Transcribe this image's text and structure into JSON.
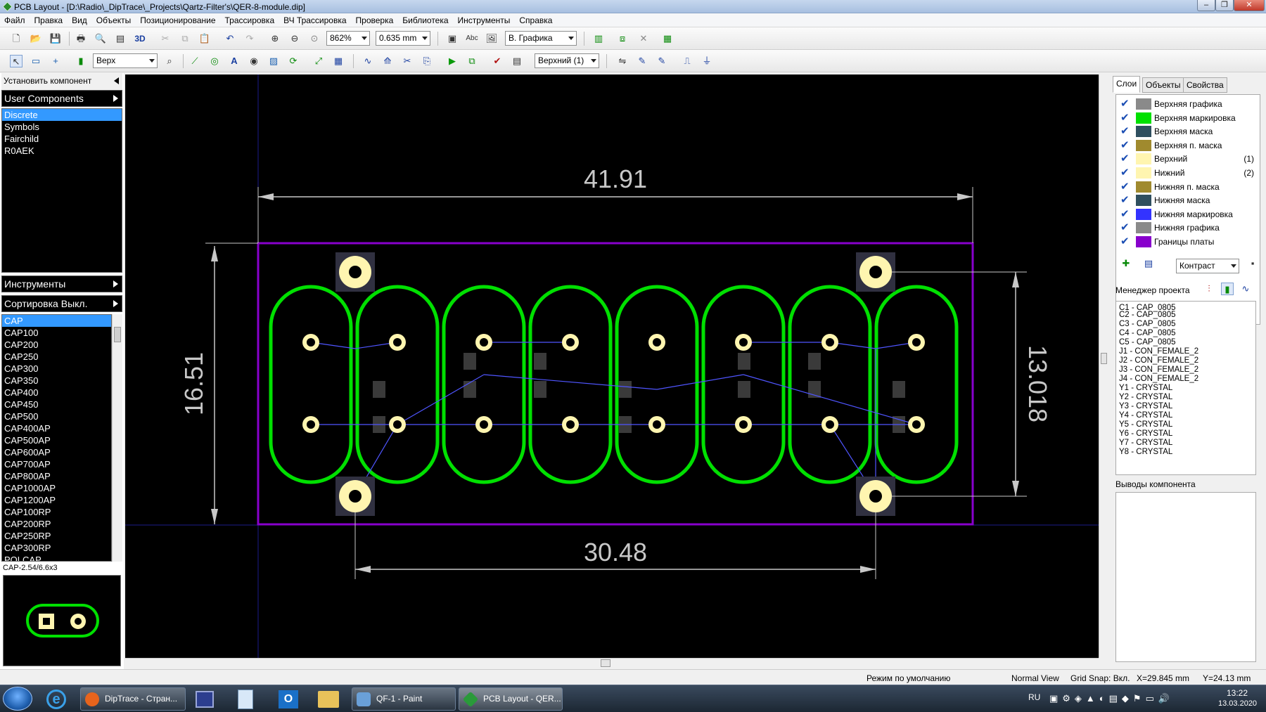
{
  "window": {
    "title": "PCB Layout - [D:\\Radio\\_DipTrace\\_Projects\\Qartz-Filter's\\QER-8-module.dip]"
  },
  "menu": [
    "Файл",
    "Правка",
    "Вид",
    "Объекты",
    "Позиционирование",
    "Трассировка",
    "ВЧ Трассировка",
    "Проверка",
    "Библиотека",
    "Инструменты",
    "Справка"
  ],
  "toolbar1": {
    "zoom": "862%",
    "grid": "0.635 mm",
    "graphics_mode": "В. Графика"
  },
  "toolbar2": {
    "layer_select": "Верх",
    "active_layer": "Верхний (1)"
  },
  "left_panel": {
    "install_component": "Установить компонент",
    "user_components": "User Components",
    "libraries": [
      "Discrete",
      "Symbols",
      "Fairchild",
      "R0AEK"
    ],
    "selected_library": "Discrete",
    "tools": "Инструменты",
    "sorting": "Сортировка Выкл.",
    "components": [
      "CAP",
      "CAP100",
      "CAP200",
      "CAP250",
      "CAP300",
      "CAP350",
      "CAP400",
      "CAP450",
      "CAP500",
      "CAP400AP",
      "CAP500AP",
      "CAP600AP",
      "CAP700AP",
      "CAP800AP",
      "CAP1000AP",
      "CAP1200AP",
      "CAP100RP",
      "CAP200RP",
      "CAP250RP",
      "CAP300RP",
      "POLCAP"
    ],
    "selected_component": "CAP",
    "preview_name": "CAP-2.54/6.6x3"
  },
  "canvas": {
    "dimensions": {
      "top": "41.91",
      "left": "16.51",
      "right": "13.018",
      "bottom": "30.48"
    },
    "colors": {
      "silk": "#00e000",
      "board": "#8800cc",
      "pad": "#fff5b0",
      "pad_bg": "#303040",
      "ratsnest": "#4f55ff",
      "dim": "#c8c8c8"
    }
  },
  "right_panel": {
    "tabs": [
      "Слои",
      "Объекты",
      "Свойства"
    ],
    "active_tab": "Слои",
    "layers": [
      {
        "name": "Верхняя графика",
        "color": "#8a8a8a",
        "num": ""
      },
      {
        "name": "Верхняя маркировка",
        "color": "#00e000",
        "num": ""
      },
      {
        "name": "Верхняя маска",
        "color": "#2f4f5f",
        "num": ""
      },
      {
        "name": "Верхняя п. маска",
        "color": "#a08a2e",
        "num": ""
      },
      {
        "name": "Верхний",
        "color": "#fff5b0",
        "num": "(1)"
      },
      {
        "name": "Нижний",
        "color": "#fff5b0",
        "num": "(2)"
      },
      {
        "name": "Нижняя п. маска",
        "color": "#a08a2e",
        "num": ""
      },
      {
        "name": "Нижняя маска",
        "color": "#2f4f5f",
        "num": ""
      },
      {
        "name": "Нижняя маркировка",
        "color": "#3333ff",
        "num": ""
      },
      {
        "name": "Нижняя графика",
        "color": "#8a8a8a",
        "num": ""
      },
      {
        "name": "Границы платы",
        "color": "#8800cc",
        "num": ""
      }
    ],
    "contrast": "Контраст",
    "project_manager": "Менеджер проекта",
    "parts": [
      "C1 - CAP_0805",
      "C2 - CAP_0805",
      "C3 - CAP_0805",
      "C4 - CAP_0805",
      "C5 - CAP_0805",
      "J1 - CON_FEMALE_2",
      "J2 - CON_FEMALE_2",
      "J3 - CON_FEMALE_2",
      "J4 - CON_FEMALE_2",
      "Y1 - CRYSTAL",
      "Y2 - CRYSTAL",
      "Y3 - CRYSTAL",
      "Y4 - CRYSTAL",
      "Y5 - CRYSTAL",
      "Y6 - CRYSTAL",
      "Y7 - CRYSTAL",
      "Y8 - CRYSTAL"
    ],
    "pins_title": "Выводы компонента"
  },
  "status": {
    "mode": "Режим по умолчанию",
    "view": "Normal View",
    "snap": "Grid Snap: Вкл.",
    "x": "X=29.845 mm",
    "y": "Y=24.13 mm"
  },
  "taskbar": {
    "apps": [
      {
        "label": "DipTrace - Стран...",
        "color": "#e8641c"
      },
      {
        "label": "QF-1 - Paint",
        "color": "#6aa0d8"
      },
      {
        "label": "PCB Layout - QER...",
        "color": "#2a9a3a"
      }
    ],
    "lang": "RU",
    "time": "13:22",
    "date": "13.03.2020"
  }
}
